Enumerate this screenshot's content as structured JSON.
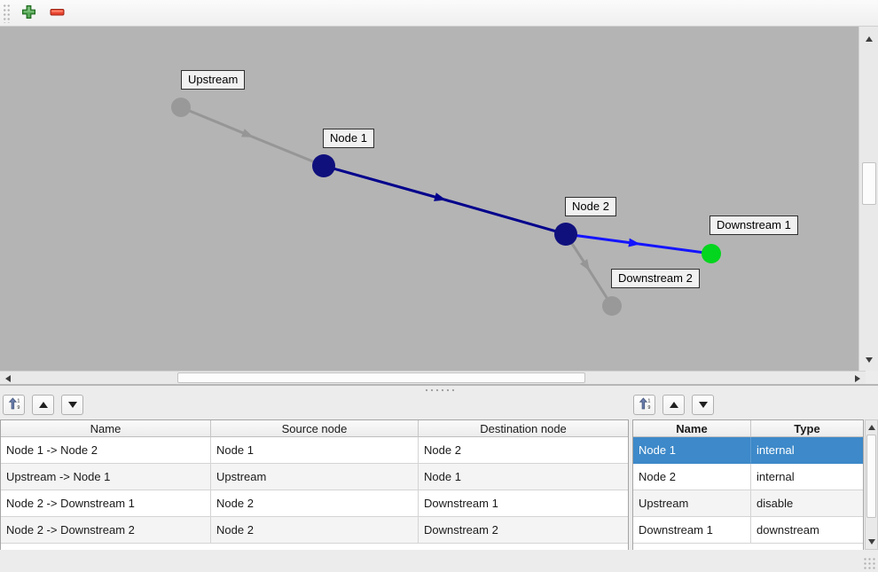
{
  "window": {
    "background": "#ececec"
  },
  "icons": {
    "add": "plus-icon",
    "remove": "minus-icon",
    "sort": "sort-ascending-1-9-icon",
    "move_up": "up-arrow-icon",
    "move_down": "down-arrow-icon"
  },
  "main_toolbar": {
    "add_color": "#4ba04b",
    "remove_color": "#ee4135"
  },
  "graph": {
    "background": "#b4b4b4",
    "nodes": [
      {
        "label": "Upstream",
        "color": "#999999"
      },
      {
        "label": "Node 1",
        "color": "#10107d"
      },
      {
        "label": "Node 2",
        "color": "#10107d"
      },
      {
        "label": "Downstream 1",
        "color": "#04d51e"
      },
      {
        "label": "Downstream 2",
        "color": "#999999"
      }
    ],
    "edges": [
      {
        "source": "Upstream",
        "destination": "Node 1",
        "color": "#969696"
      },
      {
        "source": "Node 1",
        "destination": "Node 2",
        "color": "#00008c"
      },
      {
        "source": "Node 2",
        "destination": "Downstream 1",
        "color": "#1414ff"
      },
      {
        "source": "Node 2",
        "destination": "Downstream 2",
        "color": "#969696"
      }
    ]
  },
  "edge_table": {
    "columns": [
      "Name",
      "Source node",
      "Destination node"
    ],
    "rows": [
      {
        "name": "Node 1 -> Node 2",
        "source": "Node 1",
        "destination": "Node 2"
      },
      {
        "name": "Upstream -> Node 1",
        "source": "Upstream",
        "destination": "Node 1"
      },
      {
        "name": "Node 2 -> Downstream 1",
        "source": "Node 2",
        "destination": "Downstream 1"
      },
      {
        "name": "Node 2 -> Downstream 2",
        "source": "Node 2",
        "destination": "Downstream 2"
      }
    ]
  },
  "node_table": {
    "columns": [
      "Name",
      "Type"
    ],
    "selection_color": "#3d89c9",
    "rows": [
      {
        "name": "Node 1",
        "type": "internal",
        "selected": true
      },
      {
        "name": "Node 2",
        "type": "internal",
        "selected": false
      },
      {
        "name": "Upstream",
        "type": "disable",
        "selected": false
      },
      {
        "name": "Downstream 1",
        "type": "downstream",
        "selected": false
      }
    ]
  }
}
